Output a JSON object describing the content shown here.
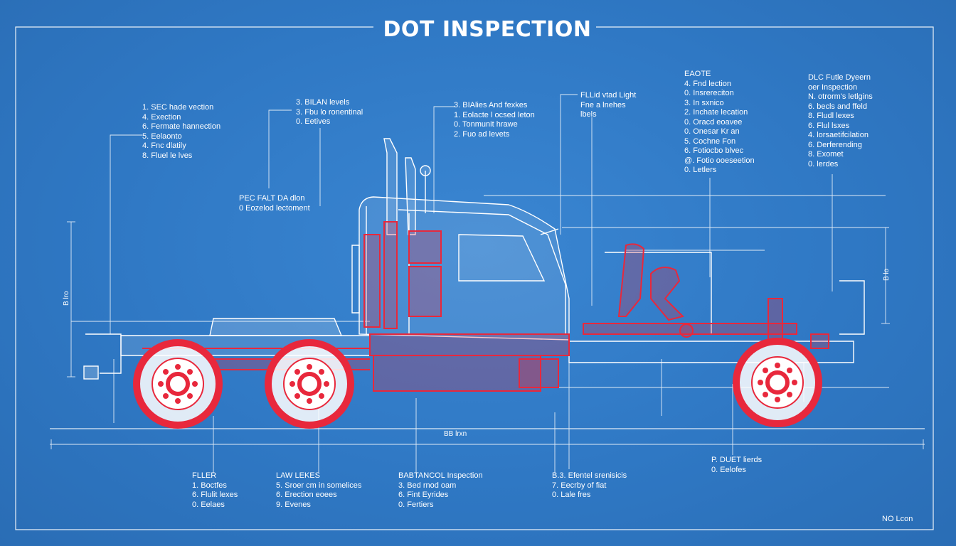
{
  "title": "DOT INSPECTION",
  "colors": {
    "background": "#2f78c4",
    "lines": "#ffffff",
    "accent": "#e8283c"
  },
  "callouts": [
    {
      "heading": "",
      "items": [
        "1. SEC hade vection",
        "4. Exection",
        "6. Fermate hannection",
        "5. Eelaonto",
        "4. Fnc dlatily",
        "8. Fluel le lves"
      ]
    },
    {
      "heading": "",
      "items": [
        "3. BILAN levels",
        "3. Fbu lo ronentinal",
        "0. Eetives"
      ]
    },
    {
      "heading": "",
      "items": [
        "3. BIAlies And fexkes",
        "1. Eolacte l ocsed leton",
        "0. Tonmunit hrawe",
        "2. Fuo ad levets"
      ]
    },
    {
      "heading": "",
      "items": [
        "FLLid vtad Light",
        "Fne a lnehes",
        "lbels"
      ]
    },
    {
      "heading": "EAOTE",
      "items": [
        "4. Fnd lection",
        "0. Insrereciton",
        "3. In sxnico",
        "2. Inchate lecation",
        "0. Oracd eoavee",
        "0. Onesar Kr an",
        "5. Cochne Fon",
        "6. Fotiocbo blvec",
        "@. Fotio ooeseetion",
        "0. Letlers"
      ]
    },
    {
      "heading": "DLC Futle Dyeern",
      "items": [
        "oer Inspection",
        "N. otrorm's letlgins",
        "6. becls and ffeld",
        "8. Fludl lexes",
        "6. Flul lsxes",
        "4. lorsaetifcilation",
        "6. Derferending",
        "8. Exomet",
        "0. lerdes"
      ]
    },
    {
      "heading": "PEC FALT DA dlon",
      "items": [
        "0 Eozelod lectoment"
      ]
    },
    {
      "heading": "FLLER",
      "items": [
        "1. Boctfes",
        "6. Flulit lexes",
        "0. Eelaes"
      ]
    },
    {
      "heading": "LAW LEKES",
      "items": [
        "5. Sroer cm in somelices",
        "6. Erection eoees",
        "9. Evenes"
      ]
    },
    {
      "heading": "BABTANCOL Inspection",
      "items": [
        "3. Bed rnod oam",
        "6. Fint Eyrides",
        "0. Fertiers"
      ]
    },
    {
      "heading": "B.3. Efentel srenisicis",
      "items": [
        "7. Eecrby of fiat",
        "0. Lale fres"
      ]
    },
    {
      "heading": "P. DUET lierds",
      "items": [
        "0. Eelofes"
      ]
    }
  ],
  "dimensions": {
    "length": "BB lrxn",
    "height_left": "B lro",
    "height_right": "B lo"
  },
  "footer": "NO Lcon"
}
